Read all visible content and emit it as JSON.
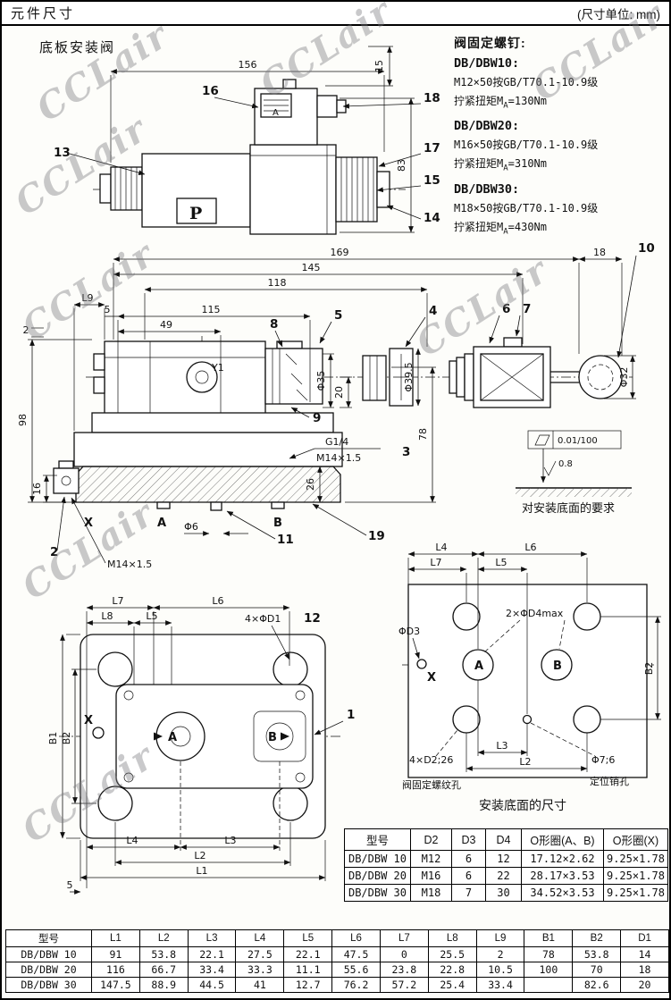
{
  "header": {
    "title": "元件尺寸",
    "unit": "(尺寸单位: mm)"
  },
  "section_label": "底板安装阀",
  "wm": "CCLair",
  "screws": {
    "title": "阀固定螺钉:",
    "items": [
      {
        "model": "DB/DBW10:",
        "spec": "M12×50按GB/T70.1-10.9级",
        "tq_pre": "拧紧扭矩M",
        "tq_sub": "A",
        "tq_val": "=130Nm"
      },
      {
        "model": "DB/DBW20:",
        "spec": "M16×50按GB/T70.1-10.9级",
        "tq_pre": "拧紧扭矩M",
        "tq_sub": "A",
        "tq_val": "=310Nm"
      },
      {
        "model": "DB/DBW30:",
        "spec": "M18×50按GB/T70.1-10.9级",
        "tq_pre": "拧紧扭矩M",
        "tq_sub": "A",
        "tq_val": "=430Nm"
      }
    ]
  },
  "d1": {
    "w156": "156",
    "h15": "15",
    "h83": "83",
    "c13": "13",
    "c14": "14",
    "c15": "15",
    "c16": "16",
    "c17": "17",
    "c18": "18",
    "conn_a": "A",
    "logo": "P"
  },
  "d2": {
    "d169": "169",
    "d18": "18",
    "d145": "145",
    "d118": "118",
    "l9": "L9",
    "d5s": "5",
    "d115": "115",
    "d49": "49",
    "d2s": "2",
    "d98": "98",
    "d16": "16",
    "f35": "Φ35",
    "d20": "20",
    "f395": "Φ39.5",
    "f32": "Φ32",
    "d78": "78",
    "d26": "26",
    "f6": "Φ6",
    "c2": "2",
    "c3": "3",
    "c4": "4",
    "c5": "5",
    "c6": "6",
    "c7": "7",
    "c8": "8",
    "c9": "9",
    "c10": "10",
    "c11": "11",
    "c19": "19",
    "y1": "Y1",
    "x": "X",
    "a": "A",
    "b": "B",
    "g14": "G1/4",
    "m14a": "M14×1.5",
    "m14b": "M14×1.5"
  },
  "sr": {
    "flat": "0.01/100",
    "rough": "0.8",
    "caption": "对安装底面的要求"
  },
  "d3": {
    "l1": "L1",
    "l2": "L2",
    "l3": "L3",
    "l4": "L4",
    "l5": "L5",
    "l6": "L6",
    "l7": "L7",
    "l8": "L8",
    "b1": "B1",
    "b2": "B2",
    "d5s": "5",
    "holes": "4×ΦD1",
    "c1": "1",
    "c12": "12",
    "x": "X",
    "a": "A",
    "b": "B"
  },
  "d4": {
    "l2": "L2",
    "l3": "L3",
    "l4": "L4",
    "l5": "L5",
    "l6": "L6",
    "l7": "L7",
    "b2": "B2",
    "d4max": "2×ΦD4max",
    "d3": "ΦD3",
    "screws": "4×D2;26",
    "screws_label": "阀固定螺纹孔",
    "pin": "Φ7;6",
    "pin_label": "定位销孔",
    "x": "X",
    "a": "A",
    "b": "B",
    "caption": "安装底面的尺寸"
  },
  "t1": {
    "headers": [
      "型号",
      "D2",
      "D3",
      "D4",
      "O形圈(A、B)",
      "O形圈(X)"
    ],
    "rows": [
      [
        "DB/DBW 10",
        "M12",
        "6",
        "12",
        "17.12×2.62",
        "9.25×1.78"
      ],
      [
        "DB/DBW 20",
        "M16",
        "6",
        "22",
        "28.17×3.53",
        "9.25×1.78"
      ],
      [
        "DB/DBW 30",
        "M18",
        "7",
        "30",
        "34.52×3.53",
        "9.25×1.78"
      ]
    ]
  },
  "t2": {
    "headers": [
      "型号",
      "L1",
      "L2",
      "L3",
      "L4",
      "L5",
      "L6",
      "L7",
      "L8",
      "L9",
      "B1",
      "B2",
      "D1"
    ],
    "rows": [
      [
        "DB/DBW 10",
        "91",
        "53.8",
        "22.1",
        "27.5",
        "22.1",
        "47.5",
        "0",
        "25.5",
        "2",
        "78",
        "53.8",
        "14"
      ],
      [
        "DB/DBW 20",
        "116",
        "66.7",
        "33.4",
        "33.3",
        "11.1",
        "55.6",
        "23.8",
        "22.8",
        "10.5",
        "100",
        "70",
        "18"
      ],
      [
        "DB/DBW 30",
        "147.5",
        "88.9",
        "44.5",
        "41",
        "12.7",
        "76.2",
        "57.2",
        "25.4",
        "33.4",
        "",
        "82.6",
        "20"
      ]
    ]
  }
}
